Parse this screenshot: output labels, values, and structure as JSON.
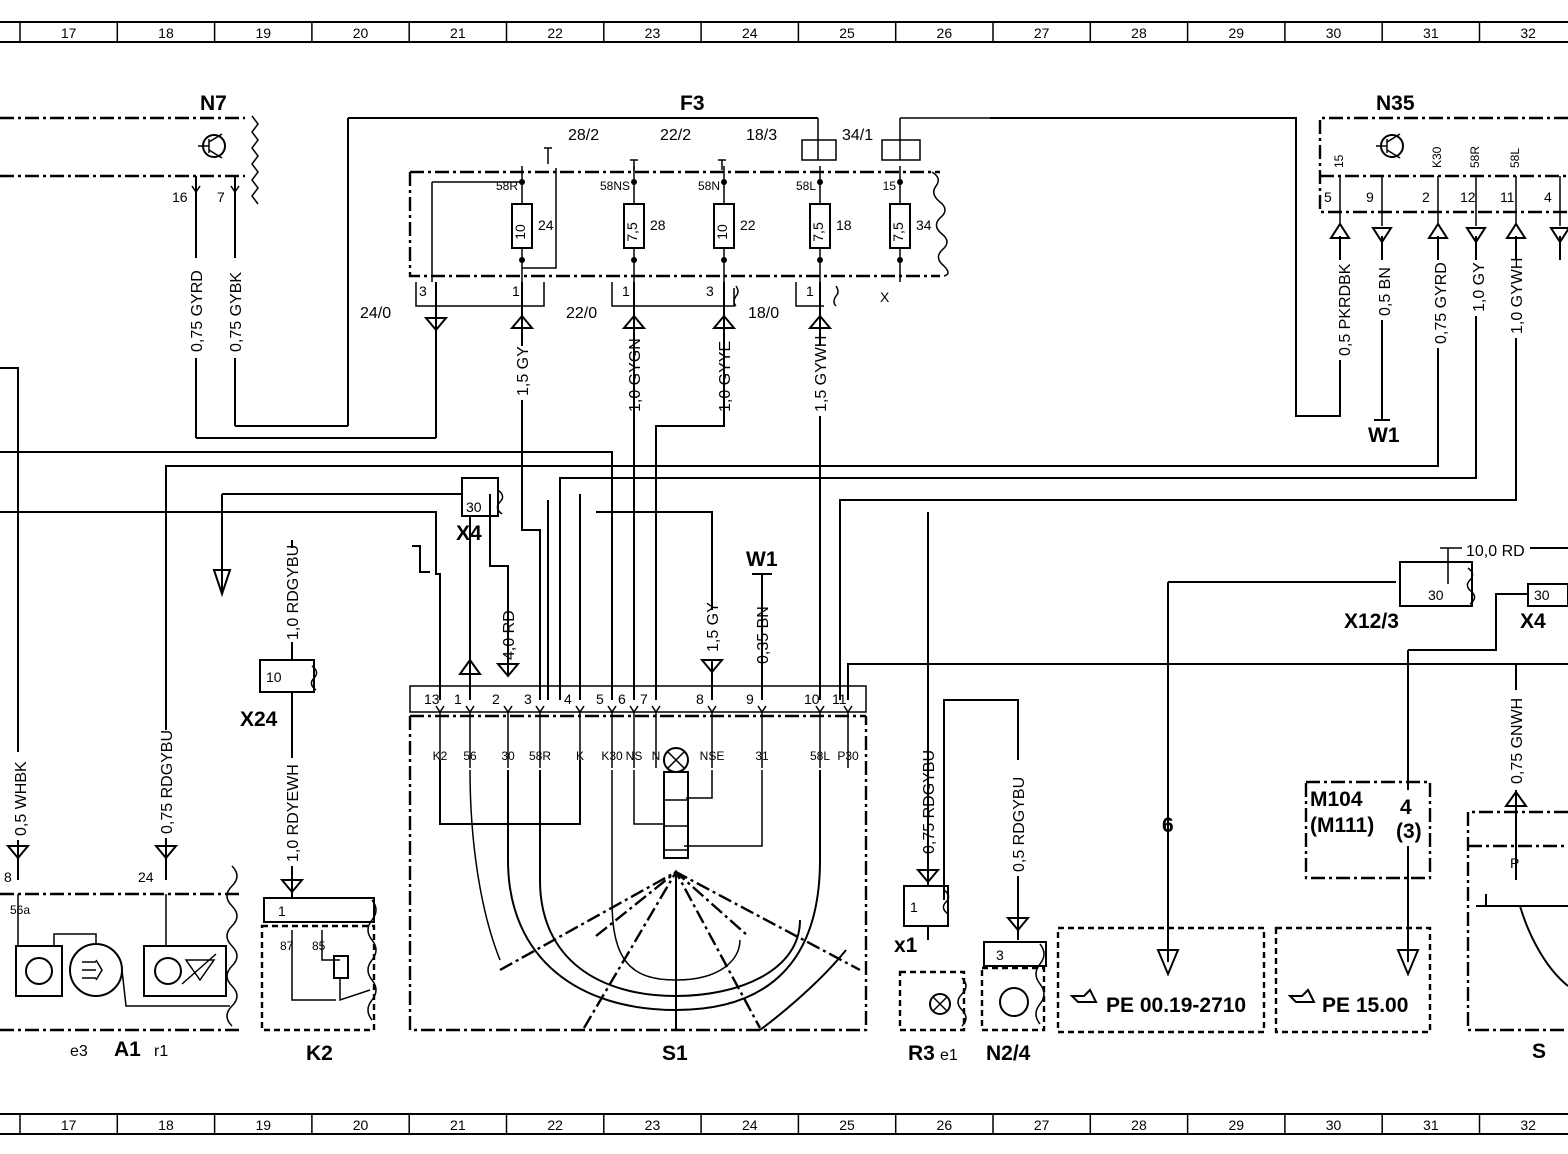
{
  "grid": {
    "columns": [
      "17",
      "18",
      "19",
      "20",
      "21",
      "22",
      "23",
      "24",
      "25",
      "26",
      "27",
      "28",
      "29",
      "30",
      "31",
      "32"
    ]
  },
  "components": {
    "n7": "N7",
    "f3": "F3",
    "n35": "N35",
    "x4_top": "X4",
    "x4_right": "X4",
    "w1_mid": "W1",
    "w1_right": "W1",
    "x24": "X24",
    "x12_3": "X12/3",
    "a1": "A1",
    "e3": "e3",
    "r1": "r1",
    "k2": "K2",
    "s1": "S1",
    "r3": "R3",
    "e1": "e1",
    "n2_4": "N2/4",
    "x1": "x1",
    "m104": "M104",
    "m111": "(M111)",
    "s_right": "S"
  },
  "fuses": [
    {
      "value": "10",
      "number": "24",
      "label": "58R"
    },
    {
      "value": "7,5",
      "number": "28",
      "label": "58NS"
    },
    {
      "value": "10",
      "number": "22",
      "label": "58N"
    },
    {
      "value": "7,5",
      "number": "18",
      "label": "58L"
    },
    {
      "value": "7,5",
      "number": "34",
      "label": "15"
    }
  ],
  "fuse_refs": {
    "r28_2": "28/2",
    "r22_2": "22/2",
    "r18_3": "18/3",
    "r34_1": "34/1",
    "r24_0": "24/0",
    "r22_0": "22/0",
    "r18_0": "18/0",
    "x": "X"
  },
  "wires": {
    "n7_gyrd": "0,75 GYRD",
    "n7_gybk": "0,75 GYBK",
    "f3_gy": "1,5 GY",
    "f3_gygn": "1,0 GYGN",
    "f3_gyye": "1,0 GYYE",
    "f3_gywh": "1,5 GYWH",
    "n35_pkrdbk": "0,5 PKRDBK",
    "n35_bn": "0,5 BN",
    "n35_gyrd": "0,75 GYRD",
    "n35_gy": "1,0 GY",
    "n35_gywh": "1,0 GYWH",
    "x24_rdgybu": "1,0 RDGYBU",
    "x24_rdyewh": "1,0 RDYEWH",
    "a1_whbk": "0,5 WHBK",
    "a1_rdgybu": "0,75 RDGYBU",
    "x4_rd": "4,0 RD",
    "s1_gy": "1,5 GY",
    "w1_bn": "0,35 BN",
    "x1_rdgybu": "0,75 RDGYBU",
    "n24_rdgybu": "0,5 RDGYBU",
    "x12_rd": "10,0 RD",
    "s_gnwh": "0,75 GNWH"
  },
  "n7_pins": [
    "16",
    "7"
  ],
  "n35_pins": [
    {
      "num": "5",
      "name": "15"
    },
    {
      "num": "9",
      "name": ""
    },
    {
      "num": "2",
      "name": "K30"
    },
    {
      "num": "12",
      "name": "58R"
    },
    {
      "num": "11",
      "name": "58L"
    },
    {
      "num": "4",
      "name": ""
    }
  ],
  "s1_pins": [
    {
      "num": "13",
      "name": "K2"
    },
    {
      "num": "1",
      "name": "56"
    },
    {
      "num": "2",
      "name": "30"
    },
    {
      "num": "3",
      "name": "58R"
    },
    {
      "num": "4",
      "name": "K"
    },
    {
      "num": "5",
      "name": "K30"
    },
    {
      "num": "6",
      "name": "NS"
    },
    {
      "num": "7",
      "name": "N"
    },
    {
      "num": "8",
      "name": "NSE"
    },
    {
      "num": "9",
      "name": "31"
    },
    {
      "num": "10",
      "name": "58L"
    },
    {
      "num": "11",
      "name": "P30"
    }
  ],
  "pins_misc": {
    "a1_8": "8",
    "a1_56a": "56a",
    "a1_24": "24",
    "x24_10": "10",
    "k2_1": "1",
    "k2_87": "87",
    "k2_85": "85",
    "x4_30": "30",
    "x12_30": "30",
    "x4r_30": "30",
    "x1_1": "1",
    "n24_3": "3",
    "f3_3a": "3",
    "f3_1a": "1",
    "f3_1b": "1",
    "f3_3b": "3",
    "f3_1c": "1",
    "s_p": "P"
  },
  "refs": {
    "pe1": "PE 00.19-2710",
    "pe2": "PE 15.00",
    "arrow_6": "6",
    "arrow_4": "4",
    "arrow_3": "(3)"
  }
}
